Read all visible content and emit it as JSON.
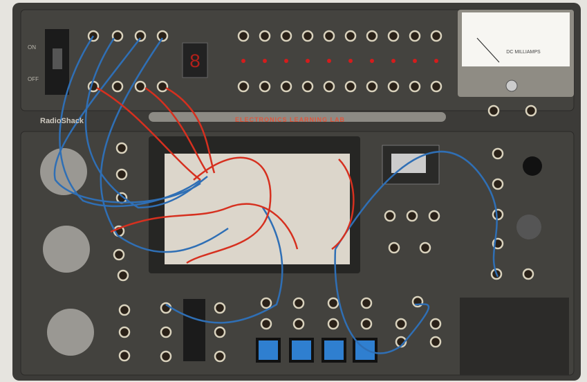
{
  "panel": {
    "brand": "RadioShack",
    "title": "ELECTRONICS LEARNING LAB",
    "power_on": "ON",
    "power_off": "OFF",
    "meter_label": "DC MILLIAMPS",
    "seven_segment": "8"
  },
  "colors": {
    "panel": "#3b3a37",
    "wire_blue": "#2f6fb5",
    "wire_red": "#d6301f",
    "button_blue": "#2f7fd0",
    "led_red": "#d41c1c"
  }
}
